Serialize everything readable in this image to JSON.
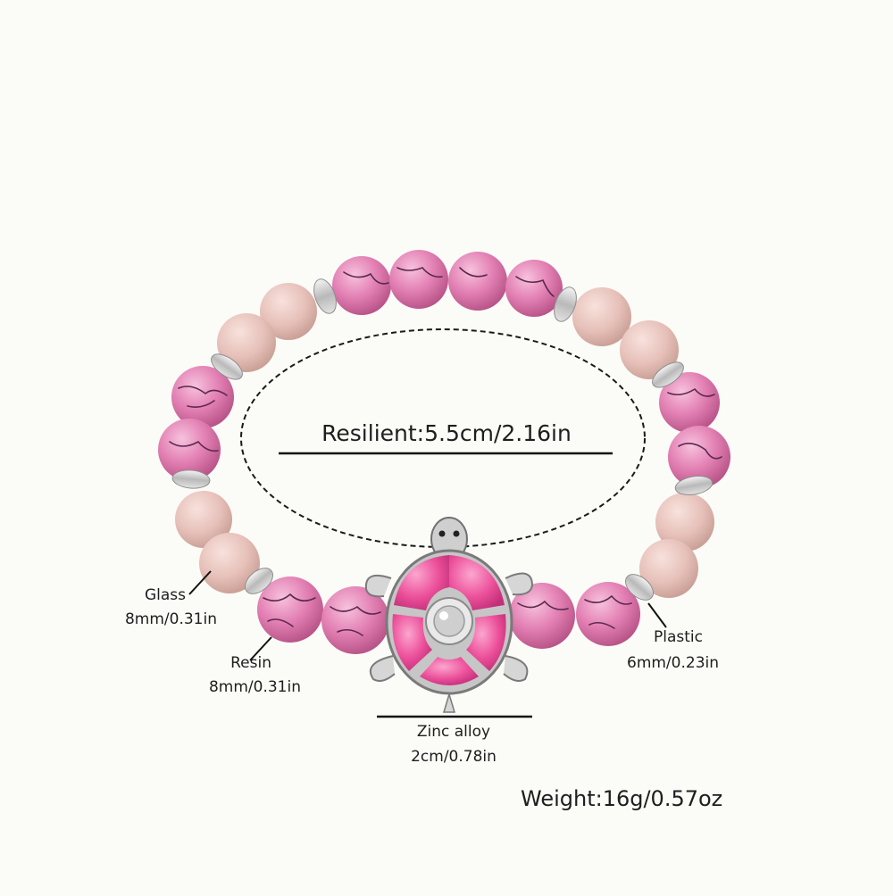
{
  "annotations": {
    "resilient": "Resilient:5.5cm/2.16in",
    "glass": {
      "name": "Glass",
      "size": "8mm/0.31in"
    },
    "resin": {
      "name": "Resin",
      "size": "8mm/0.31in"
    },
    "plastic": {
      "name": "Plastic",
      "size": "6mm/0.23in"
    },
    "zinc_alloy": {
      "name": "Zinc alloy",
      "size": "2cm/0.78in"
    },
    "weight": "Weight:16g/0.57oz"
  },
  "colors": {
    "background": "#fbfbf7",
    "resin_pink": "#e07fb0",
    "resin_veins": "#5a2a4a",
    "glass_peach": "#e8c3bd",
    "spacer_silver": "#c9c9c9",
    "charm_pink": "#ee5fa3",
    "charm_silver": "#bdbdbd"
  }
}
